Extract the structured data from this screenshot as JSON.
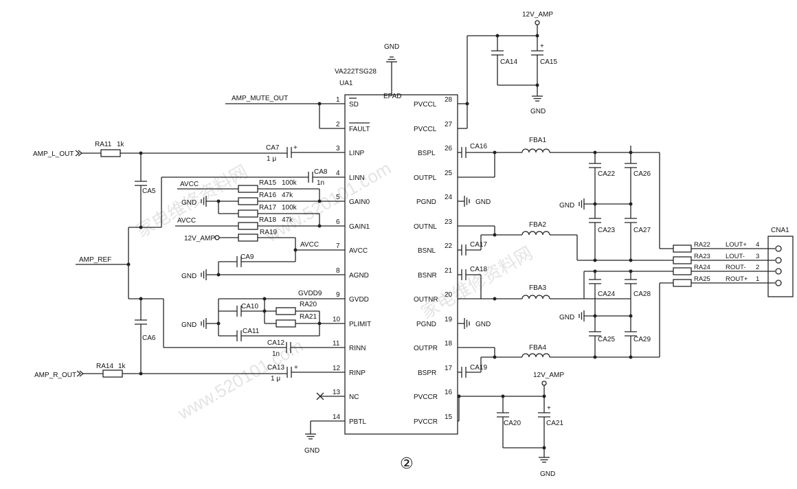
{
  "chip": {
    "type": "VA222TSG28",
    "ref": "UA1",
    "epad": "EPAD"
  },
  "pins_left": [
    {
      "num": "1",
      "name": "SD"
    },
    {
      "num": "2",
      "name": "FAULT"
    },
    {
      "num": "3",
      "name": "LINP"
    },
    {
      "num": "4",
      "name": "LINN"
    },
    {
      "num": "5",
      "name": "GAIN0"
    },
    {
      "num": "6",
      "name": "GAIN1"
    },
    {
      "num": "7",
      "name": "AVCC"
    },
    {
      "num": "8",
      "name": "AGND"
    },
    {
      "num": "9",
      "name": "GVDD"
    },
    {
      "num": "10",
      "name": "PLIMIT"
    },
    {
      "num": "11",
      "name": "RINN"
    },
    {
      "num": "12",
      "name": "RINP"
    },
    {
      "num": "13",
      "name": "NC"
    },
    {
      "num": "14",
      "name": "PBTL"
    }
  ],
  "pins_right": [
    {
      "num": "28",
      "name": "PVCCL"
    },
    {
      "num": "27",
      "name": "PVCCL"
    },
    {
      "num": "26",
      "name": "BSPL"
    },
    {
      "num": "25",
      "name": "OUTPL"
    },
    {
      "num": "24",
      "name": "PGND"
    },
    {
      "num": "23",
      "name": "OUTNL"
    },
    {
      "num": "22",
      "name": "BSNL"
    },
    {
      "num": "21",
      "name": "BSNR"
    },
    {
      "num": "20",
      "name": "OUTNR"
    },
    {
      "num": "19",
      "name": "PGND"
    },
    {
      "num": "18",
      "name": "OUTPR"
    },
    {
      "num": "17",
      "name": "BSPR"
    },
    {
      "num": "16",
      "name": "PVCCR"
    },
    {
      "num": "15",
      "name": "PVCCR"
    }
  ],
  "nets": {
    "gnd": "GND",
    "amp12": "12V_AMP",
    "avcc": "AVCC",
    "gvdd": "GVDD9",
    "mute": "AMP_MUTE_OUT",
    "lout": "AMP_L_OUT",
    "rout": "AMP_R_OUT",
    "ref": "AMP_REF"
  },
  "parts": {
    "ra11": "RA11",
    "ra11_v": "1k",
    "ra14": "RA14",
    "ra14_v": "1k",
    "ca5": "CA5",
    "ca6": "CA6",
    "ca7": "CA7",
    "ca7_v": "1 μ",
    "ca8": "CA8",
    "ca8_v": "1n",
    "ra15": "RA15",
    "ra15_v": "100k",
    "ra16": "RA16",
    "ra16_v": "47k",
    "ra17": "RA17",
    "ra17_v": "100k",
    "ra18": "RA18",
    "ra18_v": "47k",
    "ra19": "RA19",
    "ca9": "CA9",
    "ca10": "CA10",
    "ca11": "CA11",
    "ra20": "RA20",
    "ra21": "RA21",
    "ca12": "CA12",
    "ca12_v": "1n",
    "ca13": "CA13",
    "ca13_v": "1 μ",
    "ca14": "CA14",
    "ca15": "CA15",
    "ca16": "CA16",
    "ca17": "CA17",
    "ca18": "CA18",
    "ca19": "CA19",
    "ca20": "CA20",
    "ca21": "CA21",
    "fba1": "FBA1",
    "fba2": "FBA2",
    "fba3": "FBA3",
    "fba4": "FBA4",
    "ca22": "CA22",
    "ca23": "CA23",
    "ca24": "CA24",
    "ca25": "CA25",
    "ca26": "CA26",
    "ca27": "CA27",
    "ca28": "CA28",
    "ca29": "CA29",
    "ra22": "RA22",
    "ra23": "RA23",
    "ra24": "RA24",
    "ra25": "RA25"
  },
  "connector": {
    "ref": "CNA1",
    "pins": [
      {
        "label": "LOUT+",
        "num": "4"
      },
      {
        "label": "LOUT-",
        "num": "3"
      },
      {
        "label": "ROUT-",
        "num": "2"
      },
      {
        "label": "ROUT+",
        "num": "1"
      }
    ]
  },
  "figure_label": "②",
  "watermark": {
    "cn": "家电维修资料网",
    "url": "www.520101.com"
  }
}
